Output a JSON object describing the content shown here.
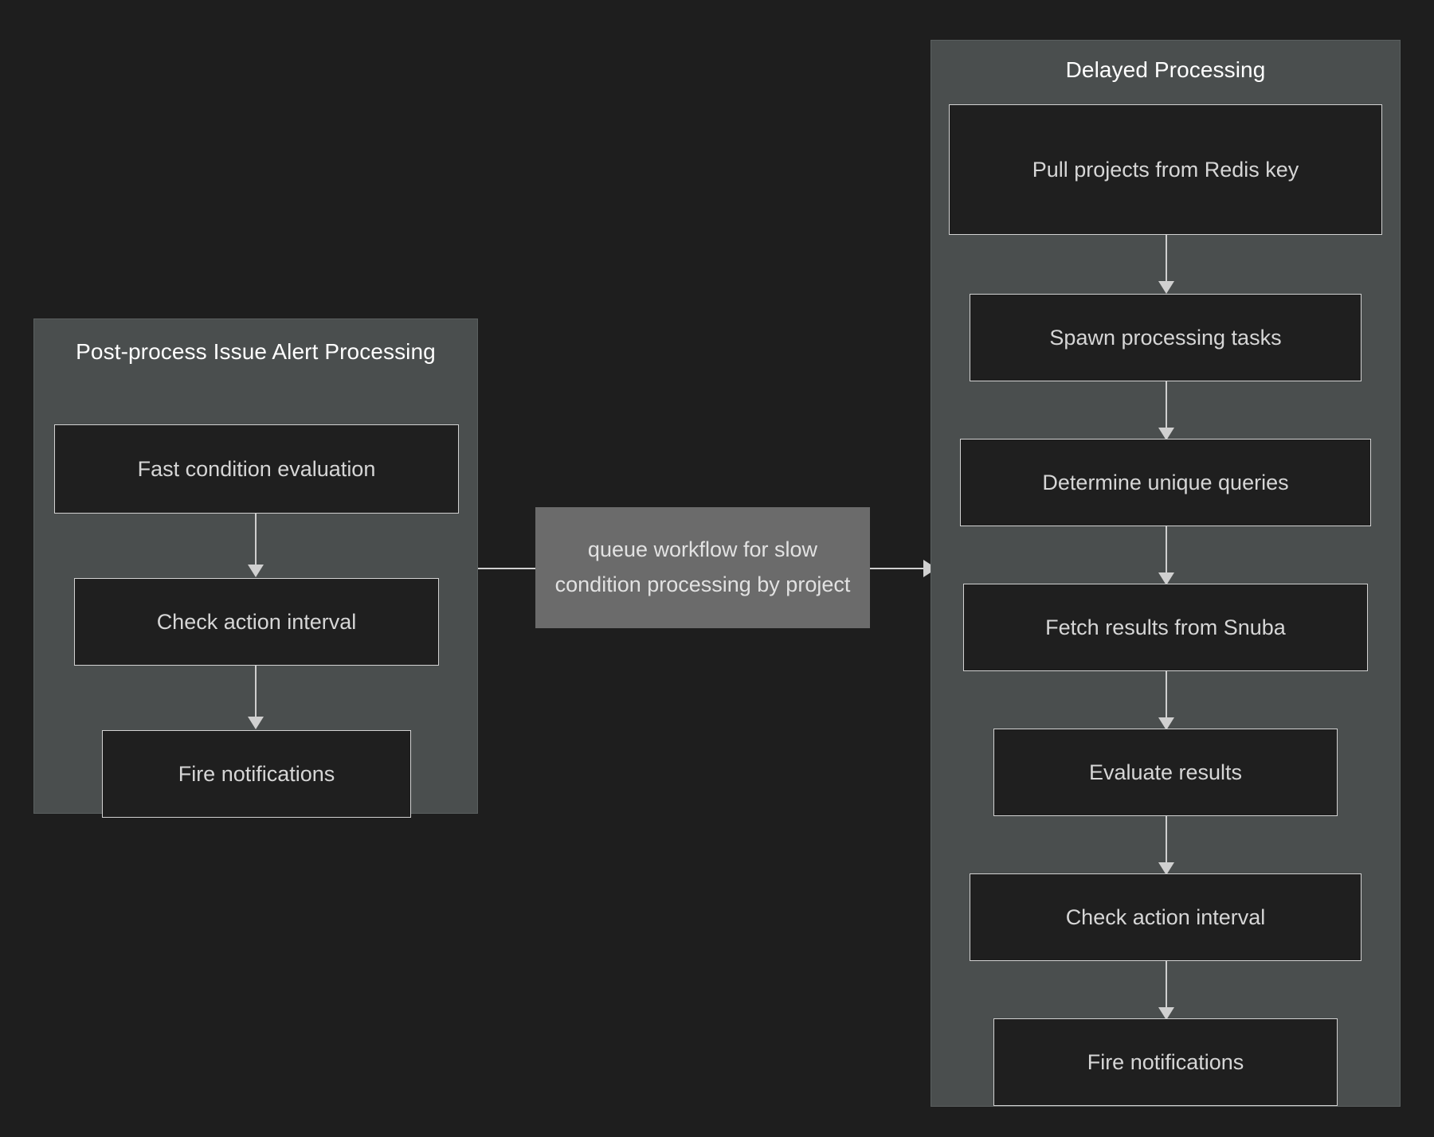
{
  "diagram": {
    "type": "flowchart",
    "direction": "left-to-right",
    "background_color": "#1e1e1e",
    "subgraph_color": "#4a4e4e",
    "node_color": "#1f1f1f",
    "node_border_color": "#d2d2d2",
    "edge_color": "#cfcfcf",
    "label_background_color": "#6b6b6b",
    "text_color": "#d6d6d6",
    "title_text_color": "#ffffff"
  },
  "subgraphs": [
    {
      "id": "post-process",
      "title": "Post-process Issue Alert Processing",
      "nodes": [
        {
          "id": "fast-condition-evaluation",
          "label": "Fast condition evaluation"
        },
        {
          "id": "check-action-interval-fast",
          "label": "Check action interval"
        },
        {
          "id": "fire-notifications-fast",
          "label": "Fire notifications"
        }
      ]
    },
    {
      "id": "delayed-processing",
      "title": "Delayed Processing",
      "nodes": [
        {
          "id": "pull-projects-from-redis-key",
          "label": "Pull projects from Redis key"
        },
        {
          "id": "spawn-processing-tasks",
          "label": "Spawn processing tasks"
        },
        {
          "id": "determine-unique-queries",
          "label": "Determine unique queries"
        },
        {
          "id": "fetch-results-from-snuba",
          "label": "Fetch results from Snuba"
        },
        {
          "id": "evaluate-results",
          "label": "Evaluate results"
        },
        {
          "id": "check-action-interval-delayed",
          "label": "Check action interval"
        },
        {
          "id": "fire-notifications-delayed",
          "label": "Fire notifications"
        }
      ]
    }
  ],
  "edges": [
    {
      "id": "e1",
      "from": "fast-condition-evaluation",
      "to": "check-action-interval-fast",
      "label": ""
    },
    {
      "id": "e2",
      "from": "check-action-interval-fast",
      "to": "fire-notifications-fast",
      "label": ""
    },
    {
      "id": "e3",
      "from": "post-process",
      "to": "delayed-processing",
      "label": "queue workflow for slow condition processing by project"
    },
    {
      "id": "e4",
      "from": "pull-projects-from-redis-key",
      "to": "spawn-processing-tasks",
      "label": ""
    },
    {
      "id": "e5",
      "from": "spawn-processing-tasks",
      "to": "determine-unique-queries",
      "label": ""
    },
    {
      "id": "e6",
      "from": "determine-unique-queries",
      "to": "fetch-results-from-snuba",
      "label": ""
    },
    {
      "id": "e7",
      "from": "fetch-results-from-snuba",
      "to": "evaluate-results",
      "label": ""
    },
    {
      "id": "e8",
      "from": "evaluate-results",
      "to": "check-action-interval-delayed",
      "label": ""
    },
    {
      "id": "e9",
      "from": "check-action-interval-delayed",
      "to": "fire-notifications-delayed",
      "label": ""
    }
  ],
  "connector_label": {
    "text": "queue workflow for slow condition processing by project",
    "line1": "queue workflow for slow",
    "line2": "condition processing by",
    "line3": "project"
  }
}
